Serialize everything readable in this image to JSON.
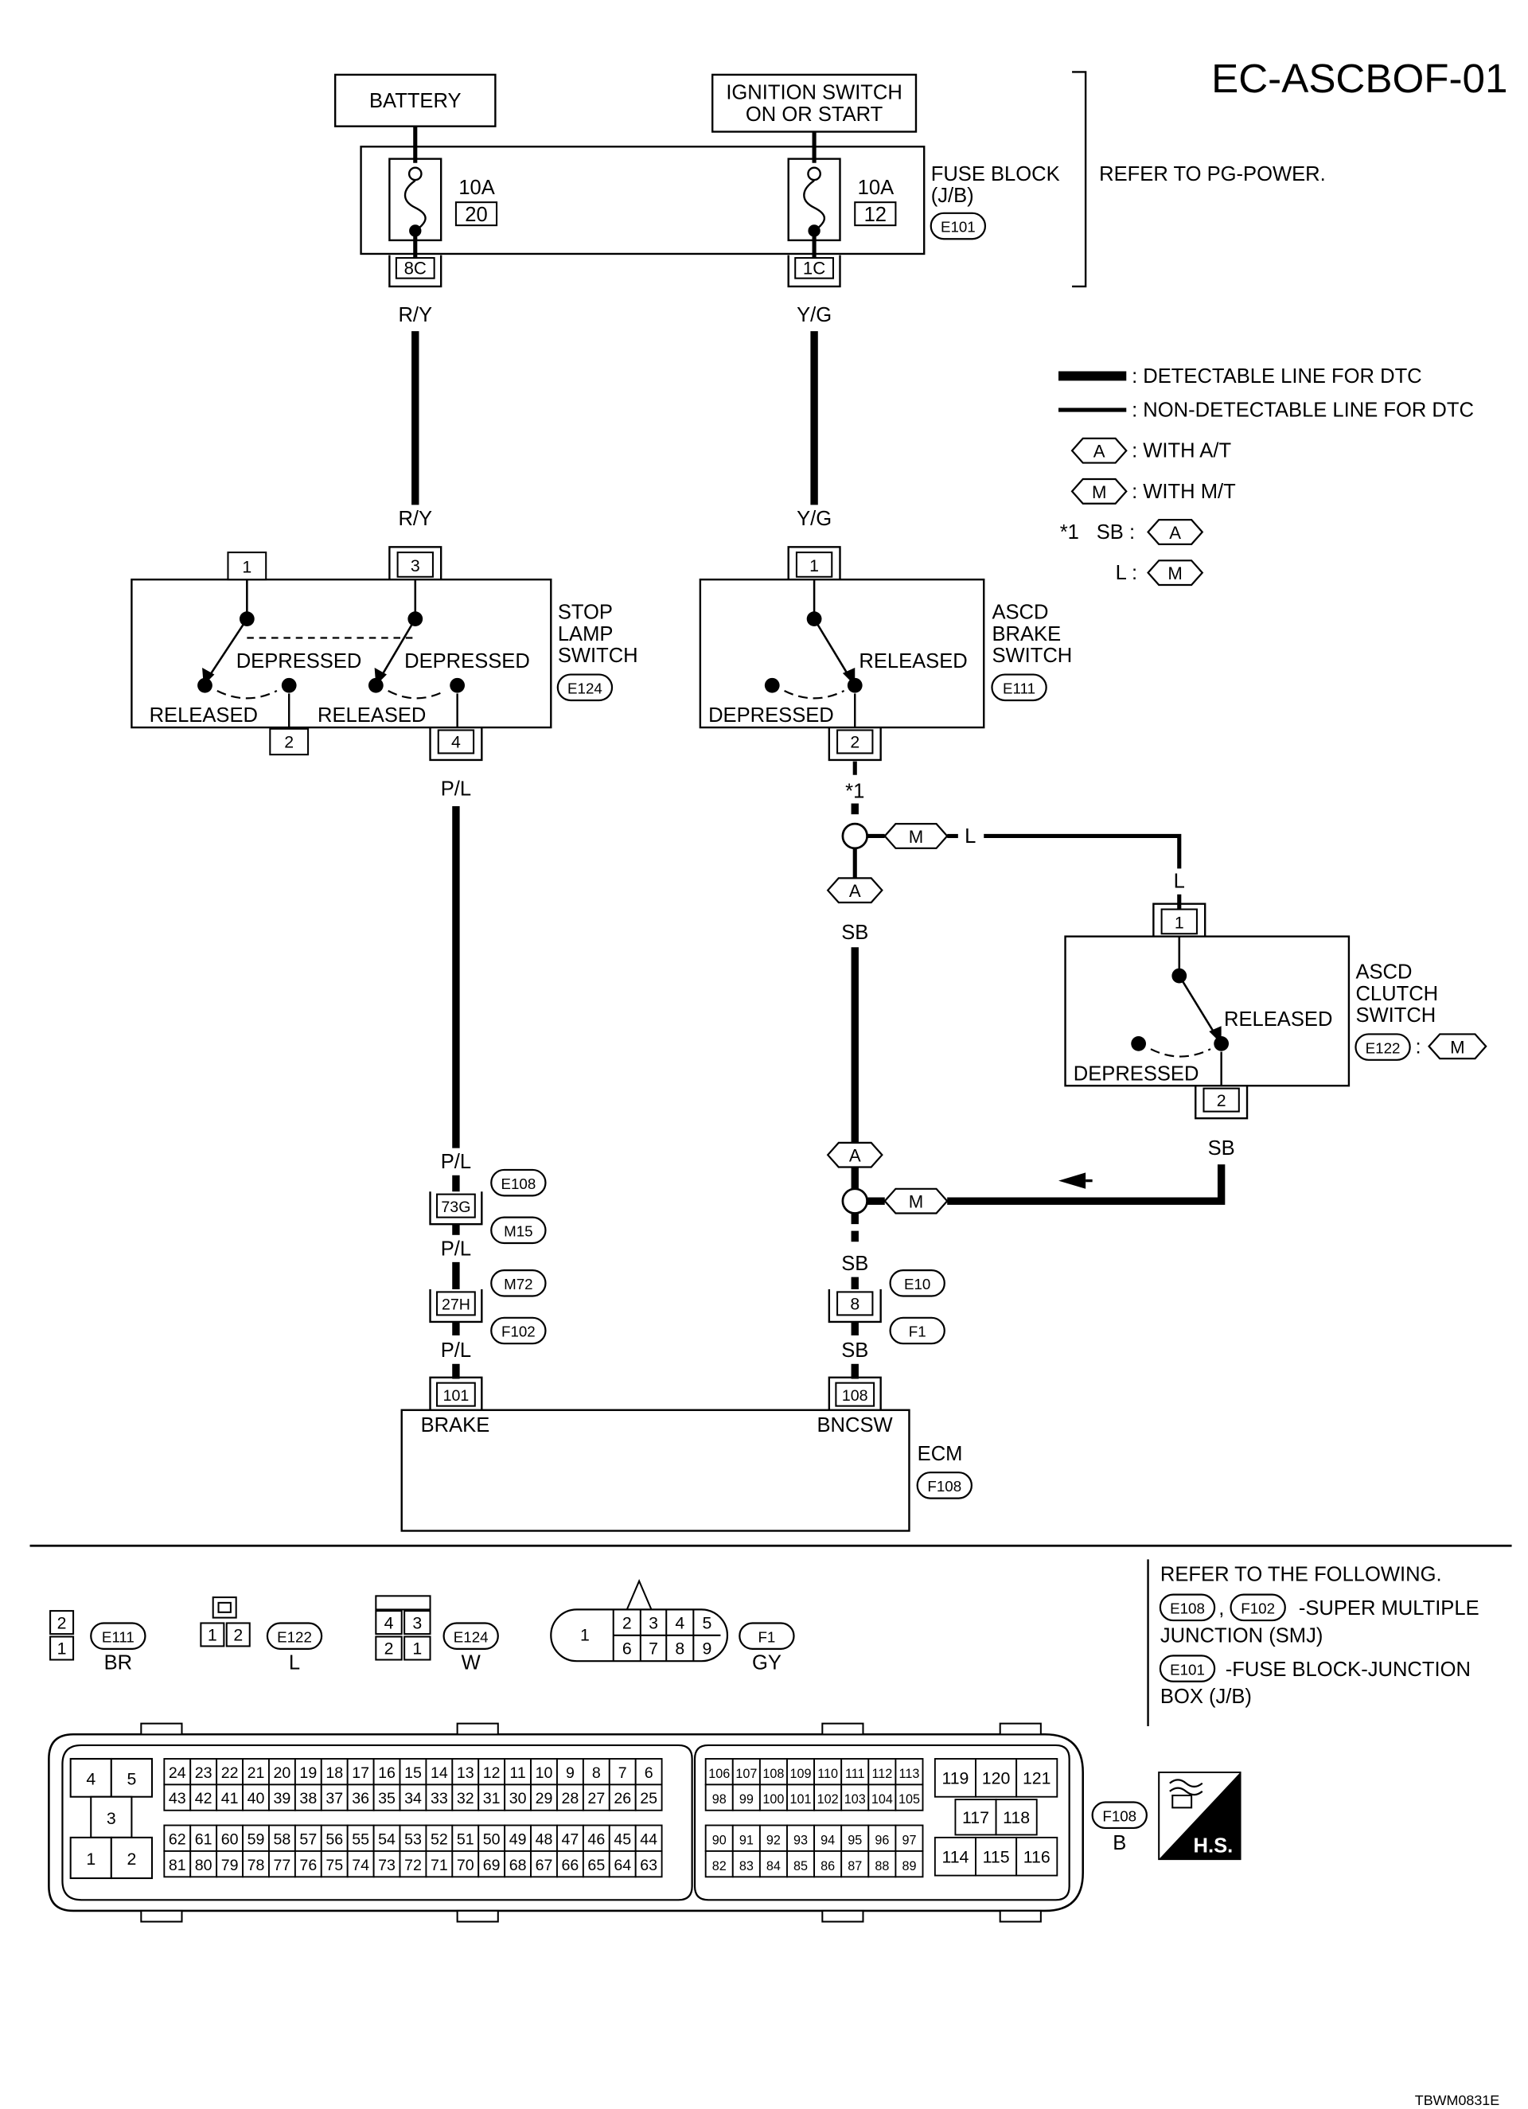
{
  "title": "EC-ASCBOF-01",
  "image_id": "TBWM0831E",
  "bracket_note": "REFER TO PG-POWER.",
  "power": {
    "battery": "BATTERY",
    "ignition_line1": "IGNITION SWITCH",
    "ignition_line2": "ON OR START"
  },
  "fuse_block": {
    "line1": "FUSE BLOCK",
    "line2": "(J/B)",
    "connector": "E101",
    "fuse_left_rating": "10A",
    "fuse_left_number": "20",
    "fuse_right_rating": "10A",
    "fuse_right_number": "12",
    "term_left": "8C",
    "term_right": "1C"
  },
  "wires": {
    "ry": "R/Y",
    "yg": "Y/G",
    "pl": "P/L",
    "sb": "SB",
    "l": "L"
  },
  "legend": {
    "thick": ": DETECTABLE LINE FOR DTC",
    "thin": ": NON-DETECTABLE LINE FOR DTC",
    "at_symbol": "A",
    "at_text": ": WITH A/T",
    "mt_symbol": "M",
    "mt_text": ": WITH M/T",
    "note_star": "*1",
    "note_sb": "SB :",
    "note_l": "L :"
  },
  "stop_lamp_switch": {
    "line1": "STOP",
    "line2": "LAMP",
    "line3": "SWITCH",
    "connector": "E124",
    "pin1": "1",
    "pin2": "2",
    "pin3": "3",
    "pin4": "4",
    "depressed": "DEPRESSED",
    "released": "RELEASED"
  },
  "brake_switch": {
    "line1": "ASCD",
    "line2": "BRAKE",
    "line3": "SWITCH",
    "connector": "E111",
    "pin1": "1",
    "pin2": "2",
    "released": "RELEASED",
    "depressed": "DEPRESSED"
  },
  "clutch_switch": {
    "line1": "ASCD",
    "line2": "CLUTCH",
    "line3": "SWITCH",
    "connector": "E122",
    "option": "M",
    "pin1": "1",
    "pin2": "2",
    "released": "RELEASED",
    "depressed": "DEPRESSED"
  },
  "junctions": {
    "left_conn_a": "E108",
    "left_term_a": "73G",
    "left_conn_b": "M15",
    "left_conn_c": "M72",
    "left_term_b": "27H",
    "left_conn_d": "F102",
    "right_conn_a": "E10",
    "right_term": "8",
    "right_conn_b": "F1"
  },
  "ecm": {
    "label": "ECM",
    "connector": "F108",
    "pin_brake": "101",
    "pin_bncsw": "108",
    "label_brake": "BRAKE",
    "label_bncsw": "BNCSW"
  },
  "references": {
    "header": "REFER TO THE FOLLOWING.",
    "item1_conn_a": "E108",
    "item1_conn_b": "F102",
    "item1_text": "-SUPER MULTIPLE",
    "item1_text2": "JUNCTION (SMJ)",
    "item2_conn": "E101",
    "item2_text": "-FUSE BLOCK-JUNCTION",
    "item2_text2": "BOX (J/B)"
  },
  "connector_views": {
    "e111": {
      "name": "E111",
      "color": "BR",
      "pins": [
        "2",
        "1"
      ]
    },
    "e122": {
      "name": "E122",
      "color": "L",
      "pins": [
        "1",
        "2"
      ]
    },
    "e124": {
      "name": "E124",
      "color": "W",
      "pins": [
        "4",
        "3",
        "2",
        "1"
      ]
    },
    "f1": {
      "name": "F1",
      "color": "GY",
      "pins": [
        "1",
        "2",
        "3",
        "4",
        "5",
        "6",
        "7",
        "8",
        "9"
      ]
    },
    "f108": {
      "name": "F108",
      "color": "B",
      "left_block": [
        "4",
        "5",
        "3",
        "1",
        "2"
      ],
      "mid_row1": [
        "24",
        "23",
        "22",
        "21",
        "20",
        "19",
        "18",
        "17",
        "16",
        "15",
        "14",
        "13",
        "12",
        "11",
        "10",
        "9",
        "8",
        "7",
        "6"
      ],
      "mid_row2": [
        "43",
        "42",
        "41",
        "40",
        "39",
        "38",
        "37",
        "36",
        "35",
        "34",
        "33",
        "32",
        "31",
        "30",
        "29",
        "28",
        "27",
        "26",
        "25"
      ],
      "mid_row3": [
        "62",
        "61",
        "60",
        "59",
        "58",
        "57",
        "56",
        "55",
        "54",
        "53",
        "52",
        "51",
        "50",
        "49",
        "48",
        "47",
        "46",
        "45",
        "44"
      ],
      "mid_row4": [
        "81",
        "80",
        "79",
        "78",
        "77",
        "76",
        "75",
        "74",
        "73",
        "72",
        "71",
        "70",
        "69",
        "68",
        "67",
        "66",
        "65",
        "64",
        "63"
      ],
      "right_row1": [
        "106",
        "107",
        "108",
        "109",
        "110",
        "111",
        "112",
        "113"
      ],
      "right_row2": [
        "98",
        "99",
        "100",
        "101",
        "102",
        "103",
        "104",
        "105"
      ],
      "right_row3": [
        "90",
        "91",
        "92",
        "93",
        "94",
        "95",
        "96",
        "97"
      ],
      "right_row4": [
        "82",
        "83",
        "84",
        "85",
        "86",
        "87",
        "88",
        "89"
      ],
      "far_row1": [
        "119",
        "120",
        "121"
      ],
      "far_row2": [
        "117",
        "118"
      ],
      "far_row3": [
        "114",
        "115",
        "116"
      ]
    },
    "hs_label": "H.S."
  }
}
